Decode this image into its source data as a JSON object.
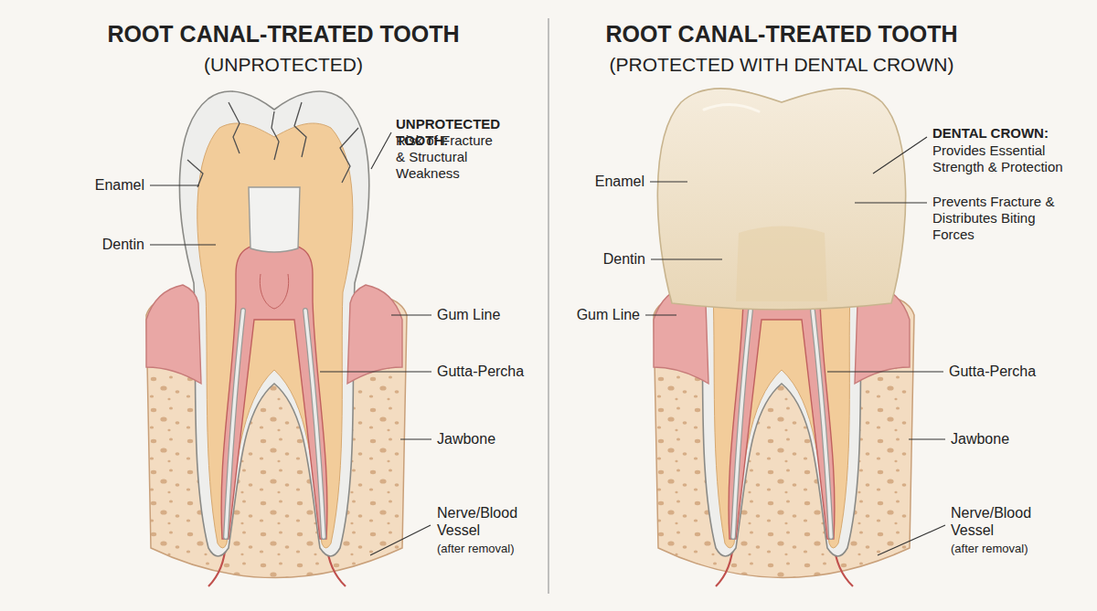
{
  "diagram": {
    "labels": [
      "ROOT CANAL-TREATED TOOTH",
      "(UNPROTECTED)",
      "UNPROTECTED TOOTH:",
      "Risk of Fracture & Structural Weakness",
      "Enamel",
      "Dentin",
      "Gum Line",
      "Gutta-Percha",
      "Jawbone",
      "Nerve/Blood Vessel",
      "(after removal)",
      "ROOT CANAL-TREATED TOOTH",
      "(PROTECTED WITH DENTAL CROWN)",
      "DENTAL CROWN:",
      "Provides Essential Strength & Protection",
      "Prevents Fracture & Distributes Biting Forces",
      "Enamel",
      "Dentin",
      "Gum Line",
      "Gutta-Percha",
      "Jawbone",
      "Nerve/Blood Vessel",
      "(after removal)"
    ]
  }
}
